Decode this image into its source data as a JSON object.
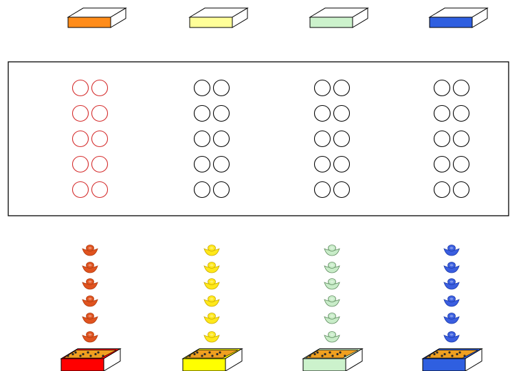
{
  "board": {
    "slot_rows": 5,
    "slot_cols": 2,
    "pieces_per_column": 6
  },
  "columns": [
    {
      "name": "orange",
      "box_lid_color": "#ff8c1a",
      "slot_stroke_color": "#d42a2a",
      "piece_color": "#e0531f",
      "piece_stroke_color": "#b03c10",
      "tray_color": "#ff0000",
      "slots_filled": 0,
      "pieces_remaining": 6
    },
    {
      "name": "yellow",
      "box_lid_color": "#ffff99",
      "slot_stroke_color": "#000000",
      "piece_color": "#ffe81a",
      "piece_stroke_color": "#c8a800",
      "tray_color": "#ffff00",
      "slots_filled": 0,
      "pieces_remaining": 6
    },
    {
      "name": "green",
      "box_lid_color": "#ccf2cc",
      "slot_stroke_color": "#000000",
      "piece_color": "#c8ecc8",
      "piece_stroke_color": "#5d8a5d",
      "tray_color": "#ccf2cc",
      "slots_filled": 0,
      "pieces_remaining": 6
    },
    {
      "name": "blue",
      "box_lid_color": "#2f5fe0",
      "slot_stroke_color": "#000000",
      "piece_color": "#3a5ee0",
      "piece_stroke_color": "#1c3aa8",
      "tray_color": "#2f5fe0",
      "slots_filled": 0,
      "pieces_remaining": 6
    }
  ],
  "tray_contents_color": "#f0a020"
}
